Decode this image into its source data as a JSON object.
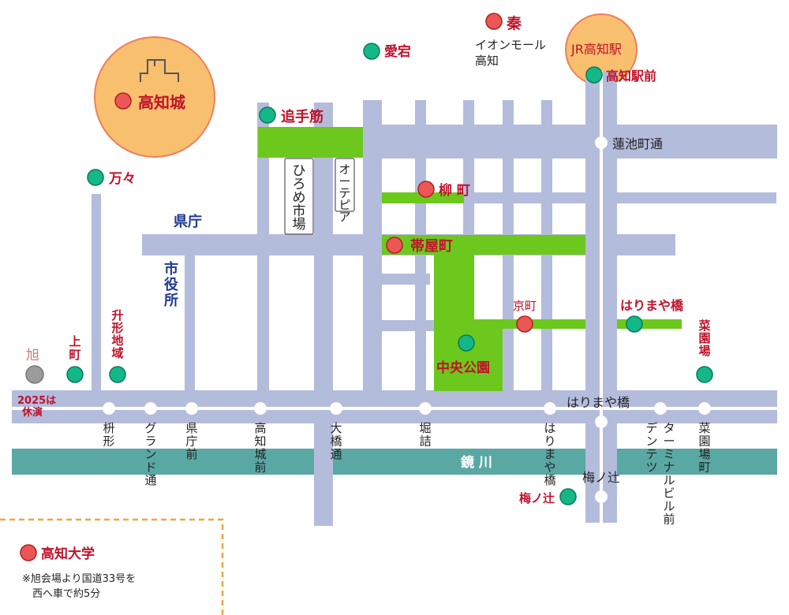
{
  "map": {
    "colors": {
      "road": "#b4bcdc",
      "river": "#5aa8a4",
      "green": "#6cc81c",
      "venue_circle": "#f8bf6e",
      "venue_circle_stroke": "#ee7f5c",
      "red_stop": "#ec5656",
      "green_stop": "#14b888",
      "gray_stop": "#9b9b9b",
      "tram_line": "#ffffff",
      "label_red": "#c0122a",
      "label_navy": "#1f3a93",
      "legend_border": "#f2a440"
    },
    "landmarks": {
      "kochi_castle": "高知城",
      "jr_station": "JR高知駅",
      "chuo_park": "中央公園",
      "hirome": "ひろめ市場",
      "otepia": "オーテピア",
      "prefecture": "県庁",
      "city_hall": "市役所",
      "kagami_river": "鏡 川",
      "aeon": "イオンモール\n高知"
    },
    "venues": {
      "hata": "秦",
      "yanagi": "柳 町",
      "obiyamachi": "帯屋町",
      "kyomachi": "京町",
      "kochi_castle": "高知城"
    },
    "stops": {
      "atago": "愛宕",
      "kochi_ekimae": "高知駅前",
      "otesuji": "追手筋",
      "mankan": "万々",
      "harimayabashi": "はりまや橋",
      "saienba": "菜園場",
      "kamimachi": "上町",
      "masugata_chiiki": "升形地域",
      "asahi": "旭",
      "chuo_park_stop": "",
      "umenotsuji": "梅ノ辻"
    },
    "asahi_note": "2025は\n休演",
    "streets": {
      "hasuike": "蓮池町通",
      "harimayabashi": "はりまや橋",
      "umenotsuji": "梅ノ辻"
    },
    "tram_stops": [
      "枡形",
      "グランド通",
      "県庁前",
      "高知城前",
      "大橋通",
      "堀詰",
      "はりまや橋",
      "デンテツターミナルビル前",
      "菜園場町"
    ],
    "legend": {
      "title": "高知大学",
      "note_line1": "※旭会場より国道33号を",
      "note_line2": "　西へ車で約5分"
    }
  }
}
